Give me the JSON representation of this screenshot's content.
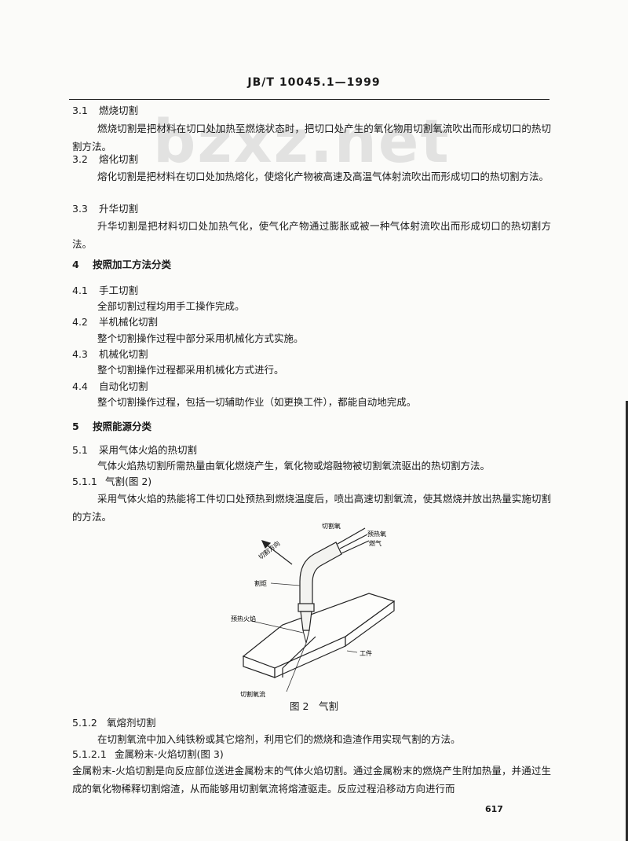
{
  "header": "JB/T 10045.1—1999",
  "watermark": "bzxz.net",
  "s31": {
    "num": "3.1",
    "title": "燃烧切割",
    "body": "燃烧切割是把材料在切口处加热至燃烧状态时，把切口处产生的氧化物用切割氧流吹出而形成切口的热切割方法。"
  },
  "s32": {
    "num": "3.2",
    "title": "熔化切割",
    "body": "熔化切割是把材料在切口处加热熔化，使熔化产物被高速及高温气体射流吹出而形成切口的热切割方法。"
  },
  "s33": {
    "num": "3.3",
    "title": "升华切割",
    "body": "升华切割是把材料切口处加热气化，使气化产物通过膨胀或被一种气体射流吹出而形成切口的热切割方法。"
  },
  "s4": {
    "num": "4",
    "title": "按照加工方法分类"
  },
  "s41": {
    "num": "4.1",
    "title": "手工切割",
    "body": "全部切割过程均用手工操作完成。"
  },
  "s42": {
    "num": "4.2",
    "title": "半机械化切割",
    "body": "整个切割操作过程中部分采用机械化方式实施。"
  },
  "s43": {
    "num": "4.3",
    "title": "机械化切割",
    "body": "整个切割操作过程都采用机械化方式进行。"
  },
  "s44": {
    "num": "4.4",
    "title": "自动化切割",
    "body": "整个切割操作过程，包括一切辅助作业（如更换工件），都能自动地完成。"
  },
  "s5": {
    "num": "5",
    "title": "按照能源分类"
  },
  "s51": {
    "num": "5.1",
    "title": "采用气体火焰的热切割",
    "body": "气体火焰热切割所需热量由氧化燃烧产生，氧化物或熔融物被切割氧流驱出的热切割方法。"
  },
  "s511": {
    "num": "5.1.1",
    "title": "气割(图 2)",
    "body": "采用气体火焰的热能将工件切口处预热到燃烧温度后，喷出高速切割氧流，使其燃烧并放出热量实施切割的方法。"
  },
  "figure": {
    "caption": "图 2　气割",
    "labels": {
      "cut_oxygen": "切割氧",
      "preheat_oxygen": "预热氧",
      "fuel_gas": "燃气",
      "direction": "切割方向",
      "torch": "割炬",
      "preheat_flame": "预热火焰",
      "workpiece": "工件",
      "cut_oxygen_stream": "切割氧流"
    }
  },
  "s512": {
    "num": "5.1.2",
    "title": "氧熔剂切割",
    "body": "在切割氧流中加入纯铁粉或其它熔剂，利用它们的燃烧和造渣作用实现气割的方法。"
  },
  "s5121": {
    "num": "5.1.2.1",
    "title": "金属粉末-火焰切割(图 3)",
    "body": "金属粉末-火焰切割是向反应部位送进金属粉末的气体火焰切割。通过金属粉末的燃烧产生附加热量，并通过生成的氧化物稀释切割熔渣，从而能够用切割氧流将熔渣驱走。反应过程沿移动方向进行而"
  },
  "page_number": "617"
}
